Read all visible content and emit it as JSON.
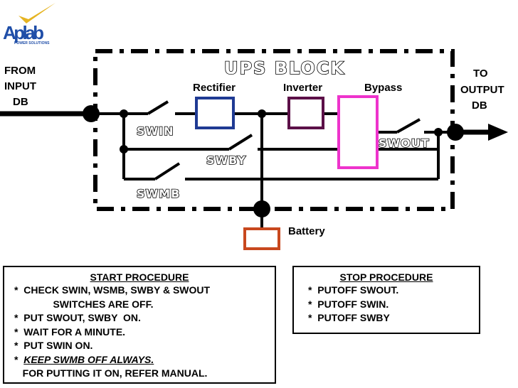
{
  "logo": {
    "brand": "Aplab",
    "tagline": "POWER SOLUTIONS"
  },
  "diagram": {
    "block_title": "UPS BLOCK",
    "input_label": [
      "FROM",
      "INPUT",
      "DB"
    ],
    "output_label": [
      "TO",
      "OUTPUT",
      "DB"
    ],
    "rectifier": "Rectifier",
    "inverter": "Inverter",
    "bypass": "Bypass",
    "battery": "Battery",
    "swin": "SWIN",
    "swby": "SWBY",
    "swmb": "SWMB",
    "swout": "SWOUT"
  },
  "colors": {
    "rectifier": "#1f3a93",
    "inverter": "#5c1048",
    "bypass": "#ee33cc",
    "battery": "#c8481e",
    "logo_blue": "#1f4ea8",
    "logo_gold": "#e6b422"
  },
  "start_procedure": {
    "title": "START  PROCEDURE",
    "lines": [
      "*  CHECK SWIN, WSMB, SWBY & SWOUT",
      "              SWITCHES ARE OFF.",
      "*  PUT SWOUT, SWBY  ON.",
      "*  WAIT FOR A MINUTE.",
      "*  PUT SWIN ON."
    ],
    "keep_prefix": "*  ",
    "keep_text": "KEEP SWMB OFF ALWAYS.",
    "manual_line": "   FOR PUTTING IT ON, REFER MANUAL."
  },
  "stop_procedure": {
    "title": "STOP  PROCEDURE",
    "lines": [
      "*  PUTOFF SWOUT.",
      "*  PUTOFF SWIN.",
      "*  PUTOFF SWBY"
    ]
  }
}
